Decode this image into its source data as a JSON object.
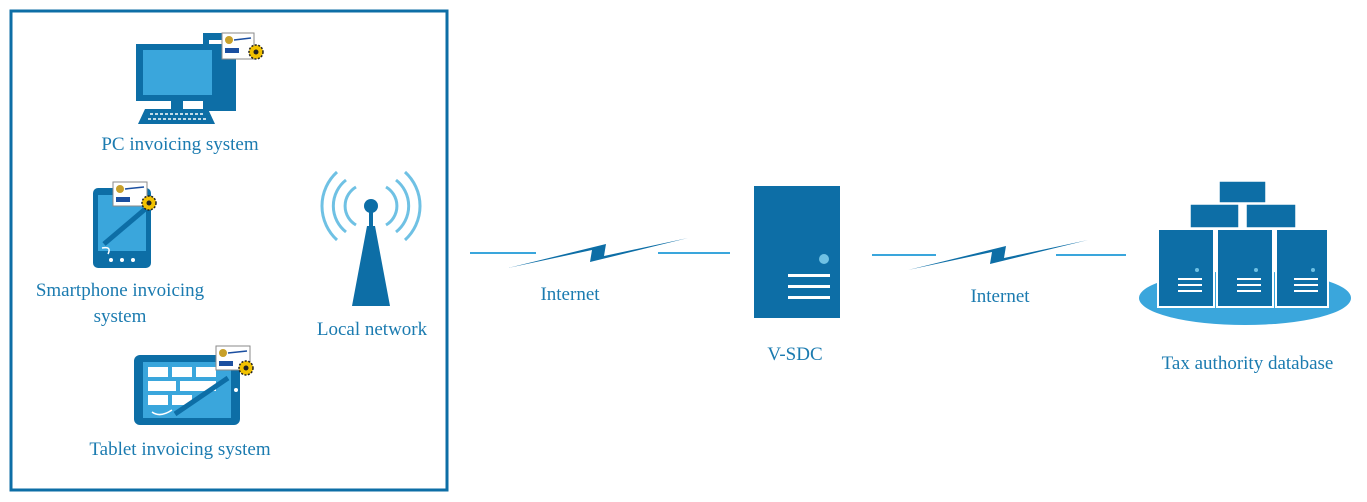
{
  "colors": {
    "primary": "#0d6ea6",
    "light": "#6fc1e4",
    "text": "#1b7bb0"
  },
  "labels": {
    "pc": "PC invoicing system",
    "smartphone_line1": "Smartphone invoicing",
    "smartphone_line2": "system",
    "tablet": "Tablet invoicing system",
    "local_network": "Local network",
    "internet_1": "Internet",
    "internet_2": "Internet",
    "vsdc": "V-SDC",
    "tax_db": "Tax authority database"
  },
  "icons": [
    "desktop-pc-icon",
    "smartphone-icon",
    "tablet-icon",
    "antenna-icon",
    "lightning-link-icon",
    "server-icon",
    "database-server-cluster-icon",
    "certificate-icon"
  ]
}
